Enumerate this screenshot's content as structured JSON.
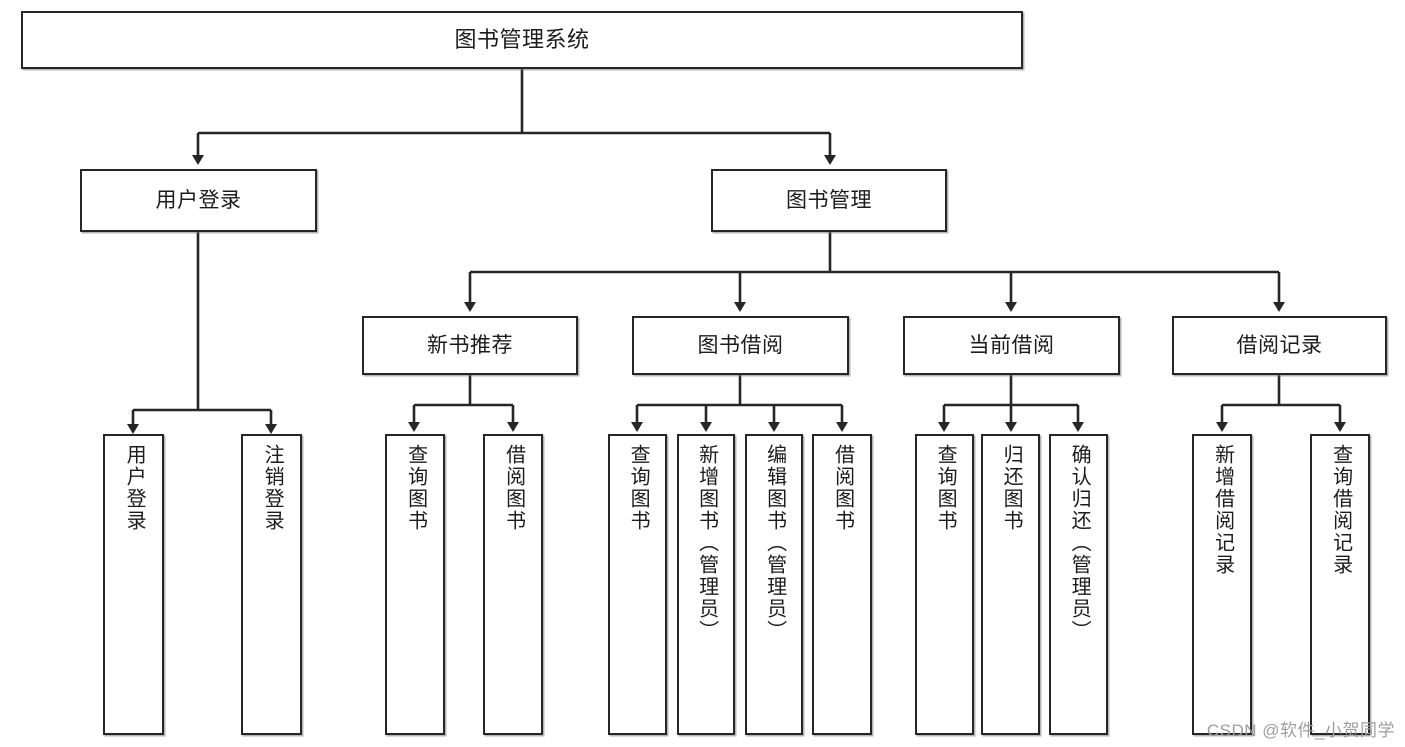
{
  "diagram": {
    "title": "图书管理系统",
    "watermark": "CSDN @软件_小贺同学",
    "line_color": "#262626",
    "box_fill": "#ffffff",
    "text_color": "#1c1c1c"
  },
  "nodes": {
    "root": {
      "label": "图书管理系统"
    },
    "level2": [
      {
        "label": "用户登录"
      },
      {
        "label": "图书管理"
      }
    ],
    "level3": [
      {
        "label": "新书推荐"
      },
      {
        "label": "图书借阅"
      },
      {
        "label": "当前借阅"
      },
      {
        "label": "借阅记录"
      }
    ],
    "leaves": [
      {
        "label": "用户登录"
      },
      {
        "label": "注销登录"
      },
      {
        "label": "查询图书"
      },
      {
        "label": "借阅图书"
      },
      {
        "label": "查询图书"
      },
      {
        "label": "新增图书（管理员）"
      },
      {
        "label": "编辑图书（管理员）"
      },
      {
        "label": "借阅图书"
      },
      {
        "label": "查询图书"
      },
      {
        "label": "归还图书"
      },
      {
        "label": "确认归还（管理员）"
      },
      {
        "label": "新增借阅记录"
      },
      {
        "label": "查询借阅记录"
      }
    ]
  },
  "chart_data": {
    "type": "tree-diagram",
    "title": "图书管理系统",
    "orientation": "top-down",
    "levels": 4,
    "hierarchy": {
      "name": "图书管理系统",
      "children": [
        {
          "name": "用户登录",
          "children": [
            {
              "name": "用户登录"
            },
            {
              "name": "注销登录"
            }
          ]
        },
        {
          "name": "图书管理",
          "children": [
            {
              "name": "新书推荐",
              "children": [
                {
                  "name": "查询图书"
                },
                {
                  "name": "借阅图书"
                }
              ]
            },
            {
              "name": "图书借阅",
              "children": [
                {
                  "name": "查询图书"
                },
                {
                  "name": "新增图书（管理员）"
                },
                {
                  "name": "编辑图书（管理员）"
                },
                {
                  "name": "借阅图书"
                }
              ]
            },
            {
              "name": "当前借阅",
              "children": [
                {
                  "name": "查询图书"
                },
                {
                  "name": "归还图书"
                },
                {
                  "name": "确认归还（管理员）"
                }
              ]
            },
            {
              "name": "借阅记录",
              "children": [
                {
                  "name": "新增借阅记录"
                },
                {
                  "name": "查询借阅记录"
                }
              ]
            }
          ]
        }
      ]
    }
  }
}
